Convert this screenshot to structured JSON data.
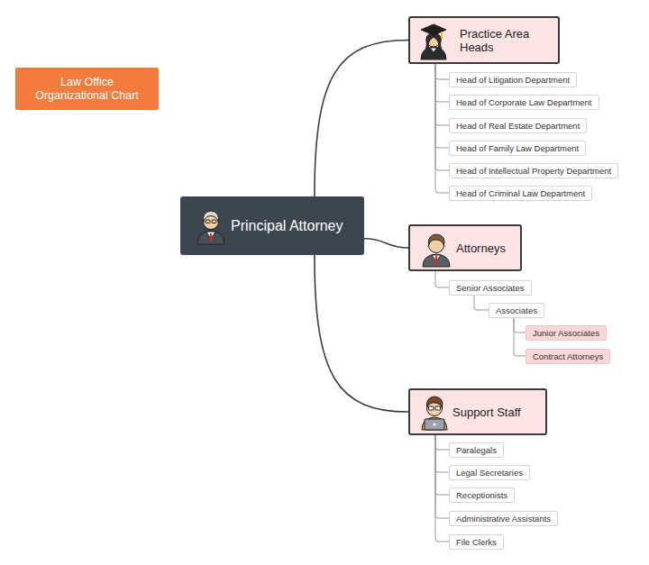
{
  "diagram": {
    "title": "Law Office Organizational Chart",
    "nodes": [
      {
        "text": [
          "Principal Attorney"
        ]
      },
      {
        "text": [
          "Practice Area Heads"
        ]
      },
      {
        "text": [
          "Head of Litigation Department"
        ]
      },
      {
        "text": [
          "Head of Corporate Law Department"
        ]
      },
      {
        "text": [
          "Head of Real Estate Department"
        ]
      },
      {
        "text": [
          "Head of Family Law Department"
        ]
      },
      {
        "text": [
          "Head of Intellectual Property Department"
        ]
      },
      {
        "text": [
          "Head of Criminal Law Department"
        ]
      },
      {
        "text": [
          "Attorneys"
        ]
      },
      {
        "text": [
          "Senior Associates"
        ]
      },
      {
        "text": [
          "Associates"
        ]
      },
      {
        "text": [
          "Junior Associates"
        ]
      },
      {
        "text": [
          "Contract Attorneys"
        ]
      },
      {
        "text": [
          "Support Staff"
        ]
      },
      {
        "text": [
          "Paralegals"
        ]
      },
      {
        "text": [
          "Legal Secretaries"
        ]
      },
      {
        "text": [
          "Receptionists"
        ]
      },
      {
        "text": [
          "Administrative Assistants"
        ]
      },
      {
        "text": [
          "File Clerks"
        ]
      }
    ],
    "edges": [
      {
        "from": 0,
        "to": 1,
        "arrow": "none"
      },
      {
        "from": 0,
        "to": 8,
        "arrow": "none"
      },
      {
        "from": 0,
        "to": 13,
        "arrow": "none"
      },
      {
        "from": 1,
        "to": 2,
        "arrow": "none"
      },
      {
        "from": 1,
        "to": 3,
        "arrow": "none"
      },
      {
        "from": 1,
        "to": 4,
        "arrow": "none"
      },
      {
        "from": 1,
        "to": 5,
        "arrow": "none"
      },
      {
        "from": 1,
        "to": 6,
        "arrow": "none"
      },
      {
        "from": 1,
        "to": 7,
        "arrow": "none"
      },
      {
        "from": 8,
        "to": 9,
        "arrow": "none"
      },
      {
        "from": 9,
        "to": 10,
        "arrow": "none"
      },
      {
        "from": 10,
        "to": 11,
        "arrow": "none"
      },
      {
        "from": 10,
        "to": 12,
        "arrow": "none"
      },
      {
        "from": 13,
        "to": 14,
        "arrow": "none"
      },
      {
        "from": 13,
        "to": 15,
        "arrow": "none"
      },
      {
        "from": 13,
        "to": 16,
        "arrow": "none"
      },
      {
        "from": 13,
        "to": 17,
        "arrow": "none"
      },
      {
        "from": 13,
        "to": 18,
        "arrow": "none"
      }
    ]
  }
}
